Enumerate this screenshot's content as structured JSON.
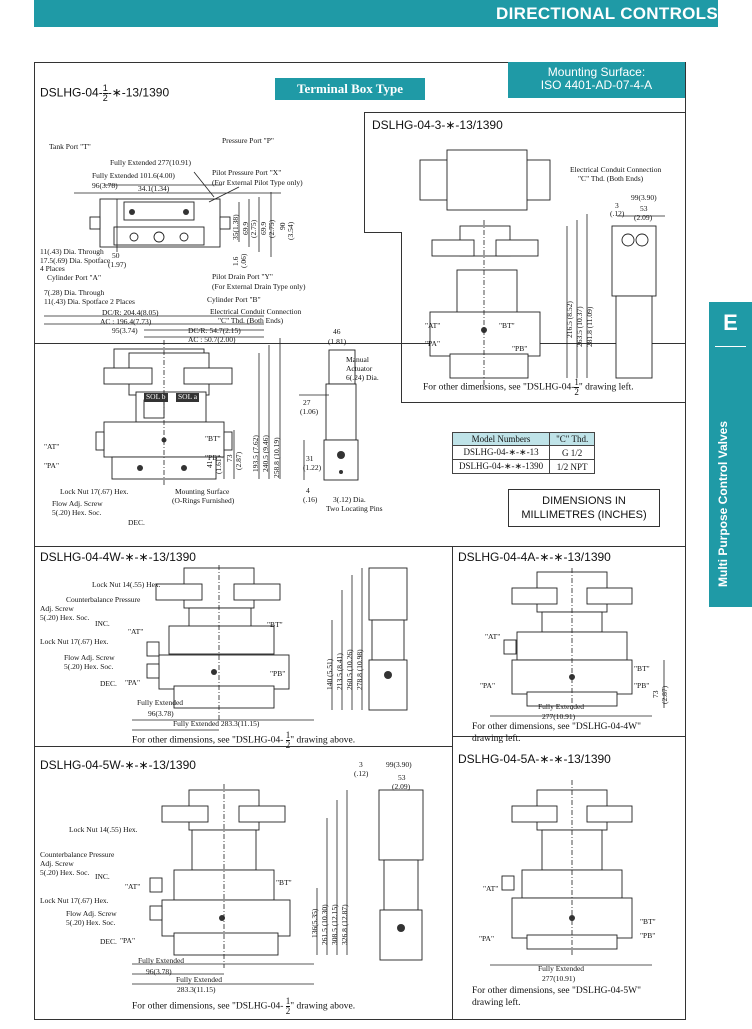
{
  "header": {
    "title": "DIRECTIONAL CONTROLS"
  },
  "side_tab": {
    "letter": "E",
    "label": "Multi Purpose Control Valves"
  },
  "badges": {
    "terminal_box": "Terminal Box Type",
    "mounting_line1": "Mounting Surface:",
    "mounting_line2": "ISO 4401-AD-07-4-A"
  },
  "main_drawing": {
    "title_prefix": "DSLHG-04-",
    "title_frac_num": "1",
    "title_frac_den": "2",
    "title_suffix": "-∗-13/1390",
    "labels": {
      "tank_port": "Tank Port \"T\"",
      "pressure_port": "Pressure Port \"P\"",
      "fully_extended_277": "Fully Extended 277(10.91)",
      "fully_extended_101": "Fully Extended  101.6(4.00)",
      "pilot_pressure": "Pilot Pressure Port \"X\"",
      "pilot_pressure_sub": "(For External Pilot Type only)",
      "dim_96": "96(3.78)",
      "dim_34": "34.1(1.34)",
      "dia_through_11": "11(.43) Dia. Through",
      "spotface_17": "17.5(.69) Dia. Spotface",
      "four_places": "4 Places",
      "cylinder_a": "Cylinder Port \"A\"",
      "dim_50": "50",
      "dim_50b": "(1.97)",
      "pilot_drain": "Pilot Drain Port \"Y\"",
      "pilot_drain_sub": "(For External Drain Type only)",
      "dia_through_7": "7(.28) Dia. Through",
      "spotface_11": "11(.43) Dia. Spotface  2 Places",
      "cylinder_b": "Cylinder Port \"B\"",
      "dcr_204": "DC/R: 204.4(8.05)",
      "ac_196": "AC    : 196.4(7.73)",
      "dim_95": "95(3.74)",
      "conduit": "Electrical Conduit Connection",
      "conduit_sub": "\"C\" Thd. (Both Ends)",
      "dcr_54": "DC/R: 54.7(2.15)",
      "ac_50": "AC    : 50.7(2.00)",
      "dim_46": "46",
      "dim_46b": "(1.81)",
      "manual": "Manual",
      "actuator": "Actuator",
      "dia_6": "6(.24) Dia.",
      "dim_27": "27",
      "dim_27b": "(1.06)",
      "dim_31": "31",
      "dim_31b": "(1.22)",
      "dim_4": "4",
      "dim_4b": "(.16)",
      "dia_3": "3(.12) Dia.",
      "two_pins": "Two Locating Pins",
      "at": "\"AT\"",
      "pa": "\"PA\"",
      "bt": "\"BT\"",
      "pb": "\"PB\"",
      "lock_nut_17": "Lock Nut 17(.67) Hex.",
      "flow_adj": "Flow Adj. Screw",
      "hex_soc_5": "5(.20) Hex. Soc.",
      "dec": "DEC.",
      "mounting_surface": "Mounting Surface",
      "o_rings": "(O-Rings Furnished)",
      "v_193": "193.5 (7.62)",
      "v_240": "240.5 (9.46)",
      "v_258": "258.8 (10.19)",
      "v_73": "73",
      "v_73b": "(2.87)",
      "v_41": "41",
      "v_41b": "(1.61)",
      "v_35": "35(1.38)",
      "v_69": "69.9",
      "v_69b": "(2.75)",
      "v_69c": "69.9",
      "v_69d": "(2.75)",
      "v_90": "90",
      "v_90b": "(3.54)",
      "v_16": "1.6",
      "v_16b": "(.06)",
      "sol_b": "SOL b",
      "sol_a": "SOL a"
    }
  },
  "section_3": {
    "title": "DSLHG-04-3-∗-13/1390",
    "conduit": "Electrical Conduit Connection",
    "conduit_sub": "\"C\" Thd. (Both Ends)",
    "dim_99": "99(3.90)",
    "dim_3": "3",
    "dim_3b": "(.12)",
    "dim_53": "53",
    "dim_53b": "(2.09)",
    "v_216": "216.5 (8.52)",
    "v_263": "263.5 (10.37)",
    "v_281": "281.8 (11.09)",
    "note_prefix": "For other dimensions, see \"DSLHG-04-",
    "note_num": "1",
    "note_den": "2",
    "note_suffix": "\" drawing left."
  },
  "model_table": {
    "headers": [
      "Model Numbers",
      "\"C\" Thd."
    ],
    "rows": [
      [
        "DSLHG-04-∗-∗-13",
        "G 1/2"
      ],
      [
        "DSLHG-04-∗-∗-1390",
        "1/2 NPT"
      ]
    ]
  },
  "dims_note": {
    "line1": "DIMENSIONS IN",
    "line2": "MILLIMETRES (INCHES)"
  },
  "section_4w": {
    "title": "DSLHG-04-4W-∗-∗-13/1390",
    "lock_nut_14": "Lock Nut 14(.55) Hex.",
    "counterbalance": "Counterbalance Pressure",
    "adj_screw": "Adj. Screw",
    "hex_soc_5": "5(.20) Hex. Soc.",
    "inc": "INC.",
    "lock_nut_17": "Lock Nut 17(.67) Hex.",
    "flow_adj": "Flow Adj. Screw",
    "hex_soc_5b": "5(.20) Hex. Soc.",
    "dec": "DEC.",
    "fully_extended": "Fully Extended",
    "dim_96": "96(3.78)",
    "fully_extended_283": "Fully Extended 283.3(11.15)",
    "v_140": "140 (5.51)",
    "v_213": "213.5 (8.41)",
    "v_260": "260.5 (10.26)",
    "v_278": "278.8 (10.98)",
    "note_prefix": "For other dimensions, see \"DSLHG-04- ",
    "note_num": "1",
    "note_den": "2",
    "note_suffix": "\" drawing above."
  },
  "section_4a": {
    "title": "DSLHG-04-4A-∗-∗-13/1390",
    "fully_extended": "Fully Extended",
    "dim_277": "277(10.91)",
    "v_73": "73",
    "v_73b": "(2.87)",
    "note1": "For other dimensions, see \"DSLHG-04-4W\"",
    "note2": "drawing left."
  },
  "section_5w": {
    "title": "DSLHG-04-5W-∗-∗-13/1390",
    "dim_3": "3",
    "dim_3b": "(.12)",
    "dim_99": "99(3.90)",
    "dim_53": "53",
    "dim_53b": "(2.09)",
    "lock_nut_14": "Lock Nut 14(.55) Hex.",
    "counterbalance": "Counterbalance Pressure",
    "adj_screw": "Adj. Screw",
    "hex_soc_5": "5(.20) Hex. Soc.",
    "inc": "INC.",
    "lock_nut_17": "Lock Nut 17(.67) Hex.",
    "flow_adj": "Flow Adj. Screw",
    "hex_soc_5b": "5(.20) Hex. Soc.",
    "dec": "DEC.",
    "fully_extended": "Fully Extended",
    "dim_96": "96(3.78)",
    "fully_extended_b": "Fully Extended",
    "dim_283": "283.3(11.15)",
    "v_136": "136(5.35)",
    "v_261": "261.5 (10.30)",
    "v_308": "308.5 (12.15)",
    "v_326": "326.8 (12.87)",
    "note_prefix": "For other dimensions, see \"DSLHG-04- ",
    "note_num": "1",
    "note_den": "2",
    "note_suffix": "\" drawing above."
  },
  "section_5a": {
    "title": "DSLHG-04-5A-∗-∗-13/1390",
    "fully_extended": "Fully Extended",
    "dim_277": "277(10.91)",
    "note1": "For other dimensions, see \"DSLHG-04-5W\"",
    "note2": "drawing left."
  }
}
